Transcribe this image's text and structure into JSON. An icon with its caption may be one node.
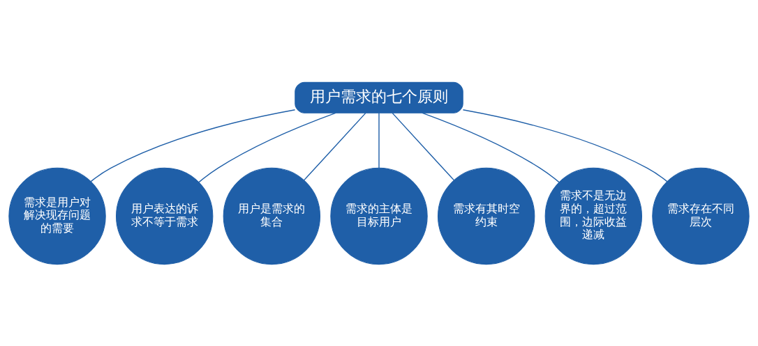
{
  "diagram": {
    "nodes": [
      {
        "text": [
          "用户需求的七个原则"
        ]
      },
      {
        "text": [
          "需求是用户对解决现存问题的需要"
        ]
      },
      {
        "text": [
          "用户表达的诉求不等于需求"
        ]
      },
      {
        "text": [
          "用户是需求的集合"
        ]
      },
      {
        "text": [
          "需求的主体是目标用户"
        ]
      },
      {
        "text": [
          "需求有其时空约束"
        ]
      },
      {
        "text": [
          "需求不是无边界的，超过范围，边际收益递减"
        ]
      },
      {
        "text": [
          "需求存在不同层次"
        ]
      }
    ],
    "edges": [
      {
        "from": 0,
        "to": 1,
        "arrow": "none"
      },
      {
        "from": 0,
        "to": 2,
        "arrow": "none"
      },
      {
        "from": 0,
        "to": 3,
        "arrow": "none"
      },
      {
        "from": 0,
        "to": 4,
        "arrow": "none"
      },
      {
        "from": 0,
        "to": 5,
        "arrow": "none"
      },
      {
        "from": 0,
        "to": 6,
        "arrow": "none"
      },
      {
        "from": 0,
        "to": 7,
        "arrow": "none"
      }
    ]
  }
}
